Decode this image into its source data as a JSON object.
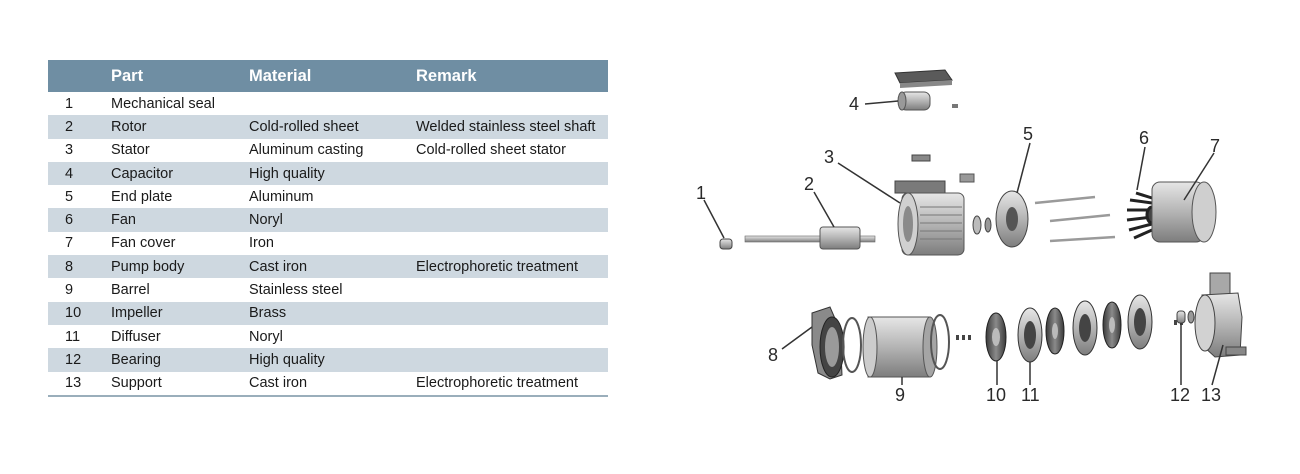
{
  "table": {
    "headers": {
      "no": "",
      "part": "Part",
      "material": "Material",
      "remark": "Remark"
    },
    "rows": [
      {
        "no": "1",
        "part": "Mechanical seal",
        "material": "",
        "remark": ""
      },
      {
        "no": "2",
        "part": "Rotor",
        "material": "Cold-rolled sheet",
        "remark": "Welded stainless steel shaft"
      },
      {
        "no": "3",
        "part": "Stator",
        "material": "Aluminum casting",
        "remark": "Cold-rolled sheet stator"
      },
      {
        "no": "4",
        "part": "Capacitor",
        "material": "High quality",
        "remark": ""
      },
      {
        "no": "5",
        "part": "End plate",
        "material": "Aluminum",
        "remark": ""
      },
      {
        "no": "6",
        "part": "Fan",
        "material": "Noryl",
        "remark": ""
      },
      {
        "no": "7",
        "part": "Fan cover",
        "material": "Iron",
        "remark": ""
      },
      {
        "no": "8",
        "part": "Pump body",
        "material": "Cast iron",
        "remark": "Electrophoretic treatment"
      },
      {
        "no": "9",
        "part": "Barrel",
        "material": "Stainless steel",
        "remark": ""
      },
      {
        "no": "10",
        "part": "Impeller",
        "material": "Brass",
        "remark": ""
      },
      {
        "no": "11",
        "part": "Diffuser",
        "material": "Noryl",
        "remark": ""
      },
      {
        "no": "12",
        "part": "Bearing",
        "material": "High quality",
        "remark": ""
      },
      {
        "no": "13",
        "part": "Support",
        "material": "Cast iron",
        "remark": "Electrophoretic treatment"
      }
    ]
  },
  "diagram": {
    "callouts": [
      "1",
      "2",
      "3",
      "4",
      "5",
      "6",
      "7",
      "8",
      "9",
      "10",
      "11",
      "12",
      "13"
    ]
  },
  "colors": {
    "header_bg": "#6f8ea3",
    "stripe_bg": "#ced8e0",
    "part_fill": "#bdbdbd",
    "part_stroke": "#555555"
  }
}
